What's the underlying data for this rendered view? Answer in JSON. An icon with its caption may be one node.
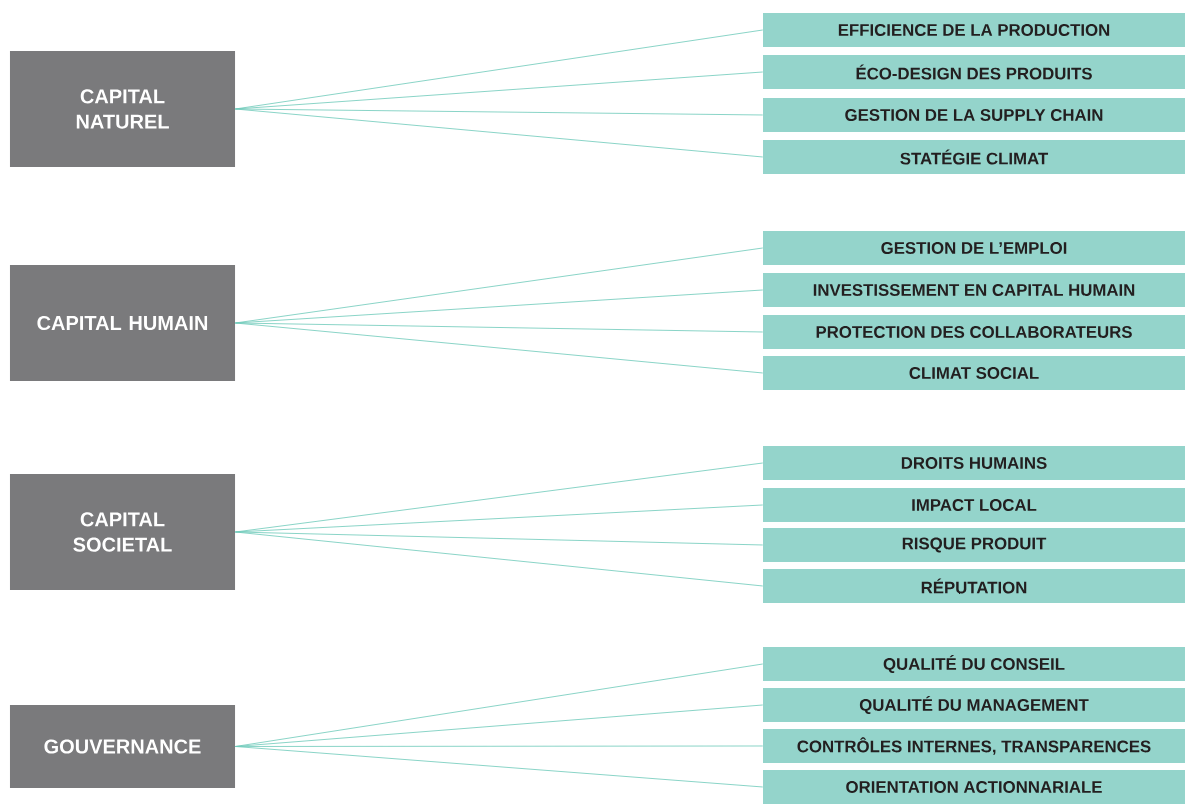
{
  "diagram": {
    "nodes": [
      {
        "text": [
          "CAPITAL NATUREL"
        ]
      },
      {
        "text": [
          "EFFICIENCE DE LA PRODUCTION"
        ]
      },
      {
        "text": [
          "ÉCO-DESIGN DES PRODUITS"
        ]
      },
      {
        "text": [
          "GESTION DE LA SUPPLY CHAIN"
        ]
      },
      {
        "text": [
          "STATÉGIE CLIMAT"
        ]
      },
      {
        "text": [
          "CAPITAL HUMAIN"
        ]
      },
      {
        "text": [
          "GESTION DE L’EMPLOI"
        ]
      },
      {
        "text": [
          "INVESTISSEMENT EN CAPITAL HUMAIN"
        ]
      },
      {
        "text": [
          "PROTECTION DES COLLABORATEURS"
        ]
      },
      {
        "text": [
          "CLIMAT SOCIAL"
        ]
      },
      {
        "text": [
          "CAPITAL SOCIETAL"
        ]
      },
      {
        "text": [
          "DROITS HUMAINS"
        ]
      },
      {
        "text": [
          "IMPACT LOCAL"
        ]
      },
      {
        "text": [
          "RISQUE PRODUIT"
        ]
      },
      {
        "text": [
          "RÉPUTATION"
        ]
      },
      {
        "text": [
          "GOUVERNANCE"
        ]
      },
      {
        "text": [
          "QUALITÉ DU CONSEIL"
        ]
      },
      {
        "text": [
          "QUALITÉ DU MANAGEMENT"
        ]
      },
      {
        "text": [
          "CONTRÔLES INTERNES, TRANSPARENCES"
        ]
      },
      {
        "text": [
          "ORIENTATION ACTIONNARIALE"
        ]
      }
    ],
    "edges": [
      {
        "from": 0,
        "to": 1,
        "arrow": "none"
      },
      {
        "from": 0,
        "to": 2,
        "arrow": "none"
      },
      {
        "from": 0,
        "to": 3,
        "arrow": "none"
      },
      {
        "from": 0,
        "to": 4,
        "arrow": "none"
      },
      {
        "from": 5,
        "to": 6,
        "arrow": "none"
      },
      {
        "from": 5,
        "to": 7,
        "arrow": "none"
      },
      {
        "from": 5,
        "to": 8,
        "arrow": "none"
      },
      {
        "from": 5,
        "to": 9,
        "arrow": "none"
      },
      {
        "from": 10,
        "to": 11,
        "arrow": "none"
      },
      {
        "from": 10,
        "to": 12,
        "arrow": "none"
      },
      {
        "from": 10,
        "to": 13,
        "arrow": "none"
      },
      {
        "from": 10,
        "to": 14,
        "arrow": "none"
      },
      {
        "from": 15,
        "to": 16,
        "arrow": "none"
      },
      {
        "from": 15,
        "to": 17,
        "arrow": "none"
      },
      {
        "from": 15,
        "to": 18,
        "arrow": "none"
      },
      {
        "from": 15,
        "to": 19,
        "arrow": "none"
      }
    ]
  }
}
